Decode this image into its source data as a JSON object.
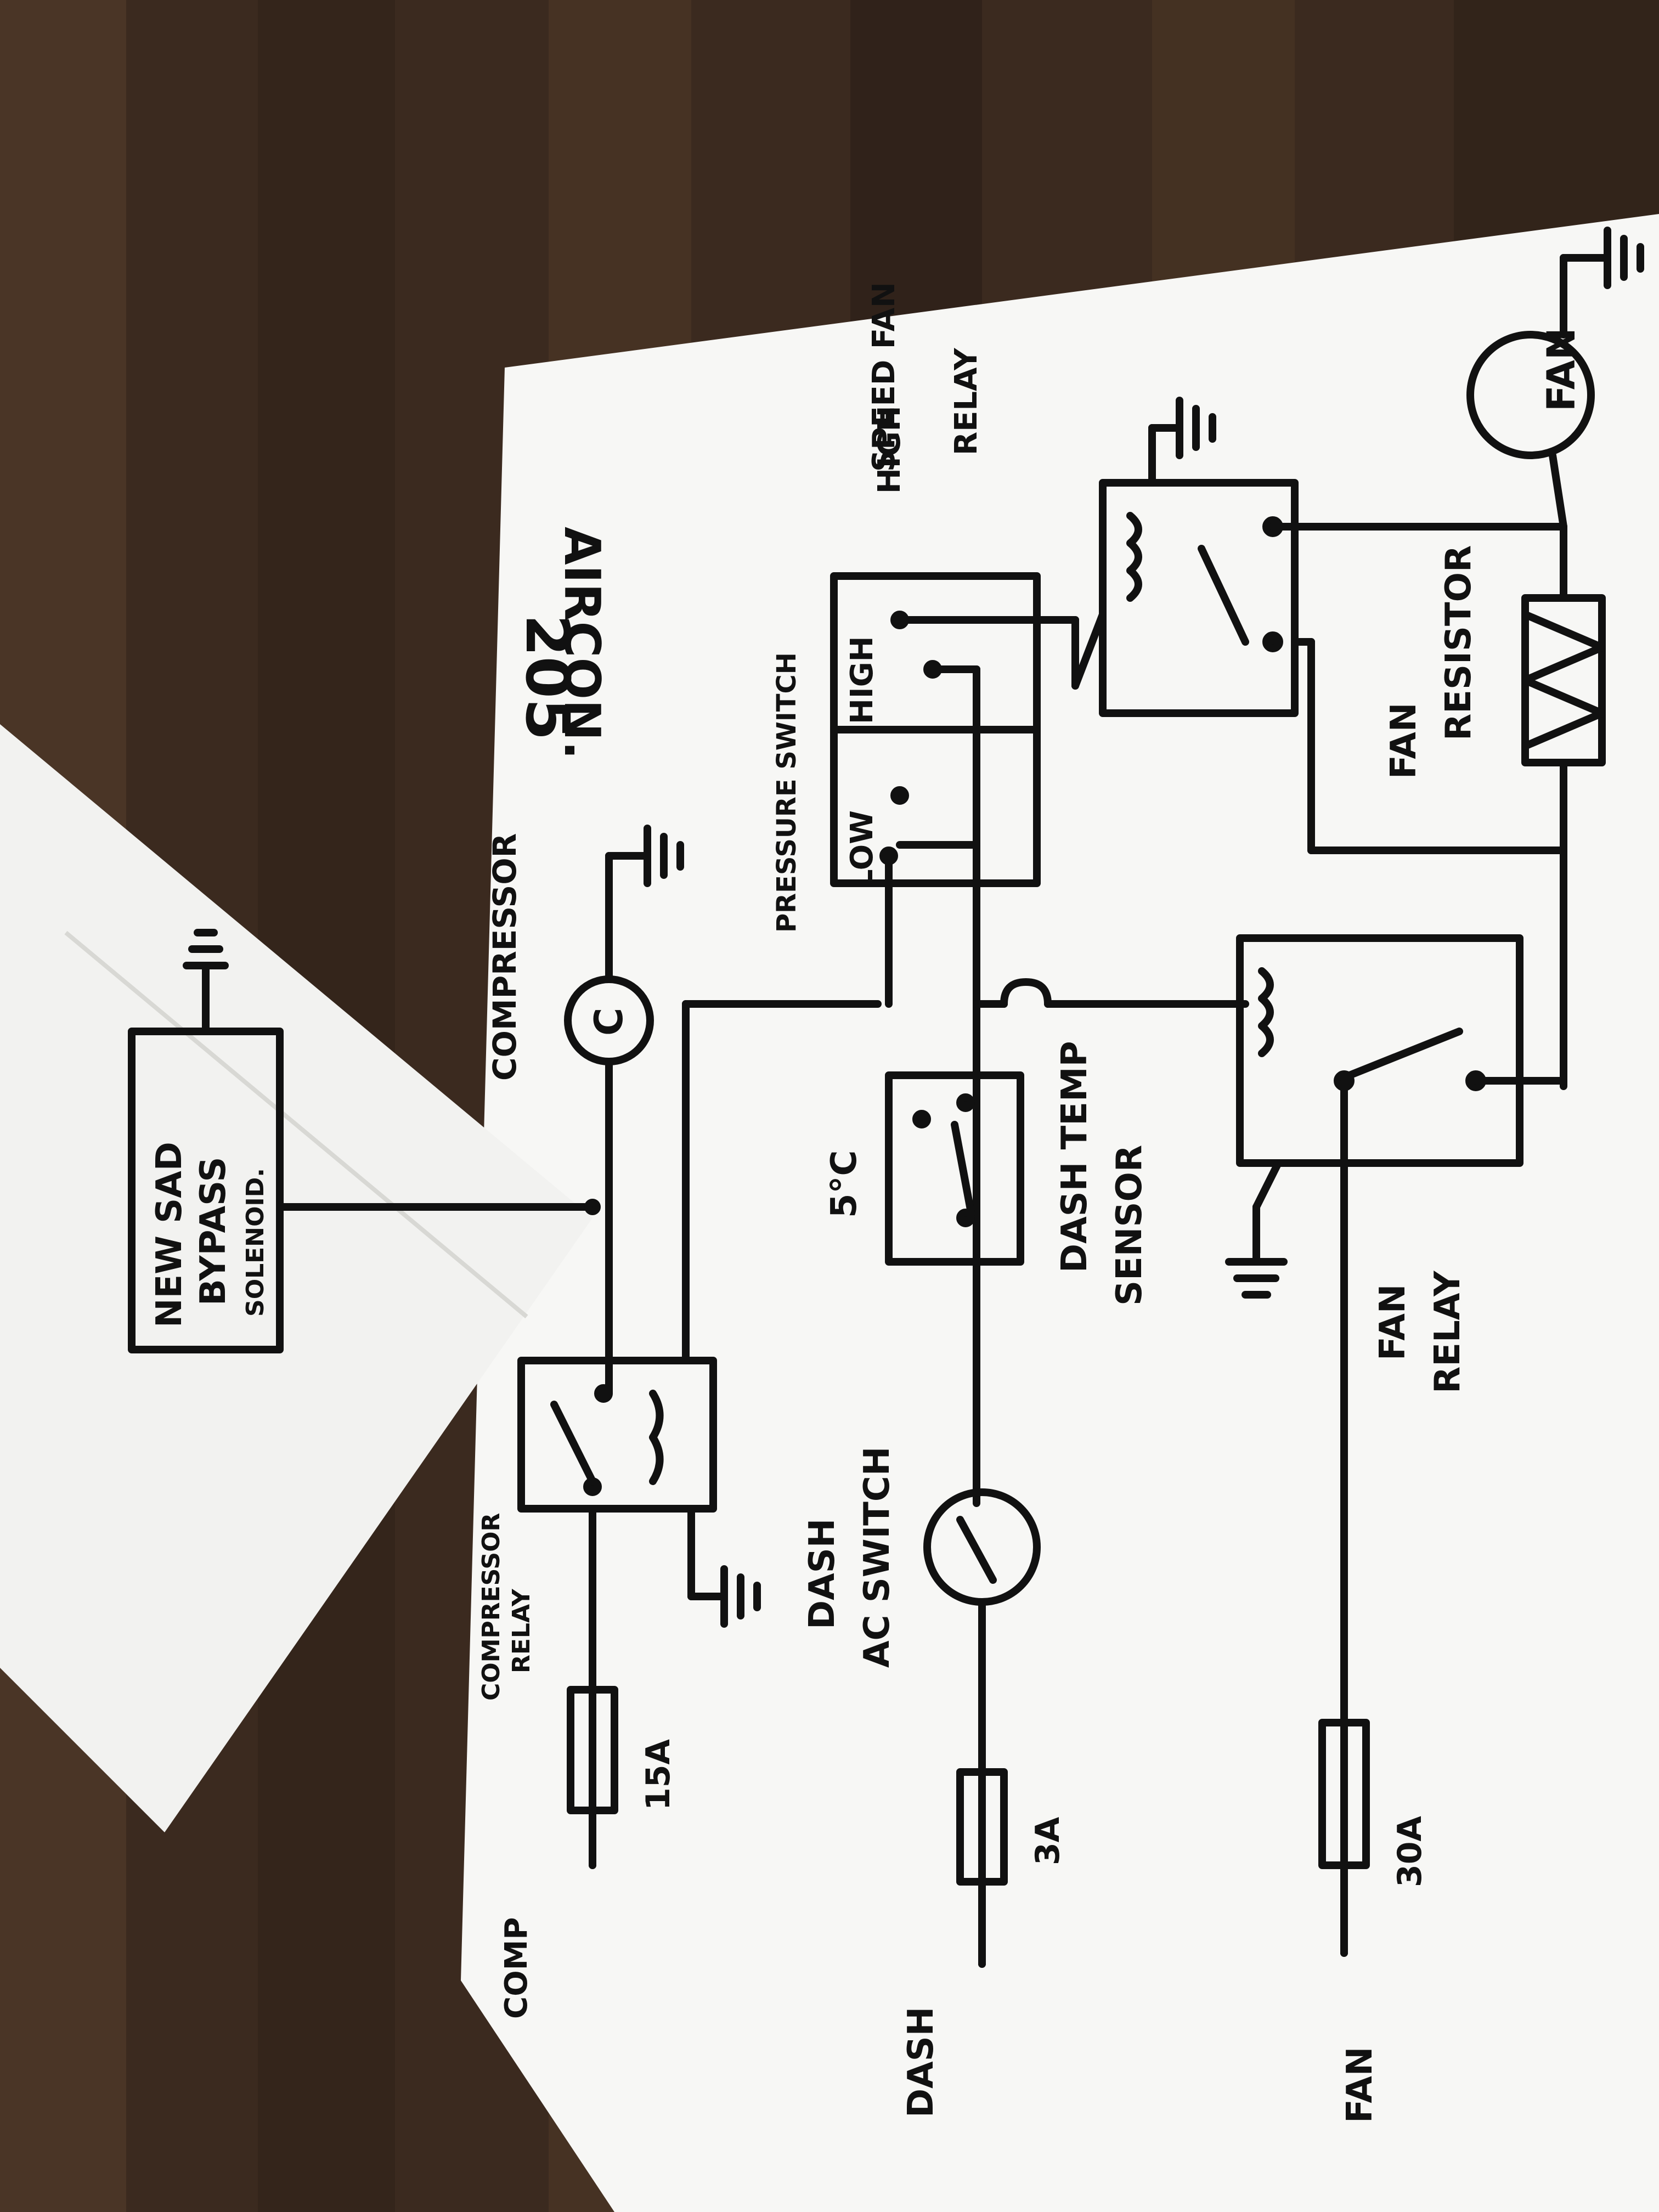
{
  "title": {
    "line1": "205",
    "line2": "AIRCON."
  },
  "labels": {
    "compressor": "COMPRESSOR",
    "compressor_symbol": "C",
    "pressure_switch": "PRESSURE SWITCH",
    "low": "LOW",
    "high": "HIGH",
    "high_speed_fan_relay": [
      "HIGH",
      "SPEED FAN",
      "RELAY"
    ],
    "fan_circle": "FAN",
    "fan_resistor": [
      "FAN",
      "RESISTOR"
    ],
    "dash_temp_sensor": [
      "DASH TEMP",
      "SENSOR"
    ],
    "temp_value": "5°c",
    "fan_relay": [
      "FAN",
      "RELAY"
    ],
    "compressor_relay": [
      "COMPRESSOR",
      "RELAY"
    ],
    "dash_ac_switch": [
      "DASH",
      "AC SWITCH"
    ],
    "fuse_comp": "15A",
    "fuse_dash": "3A",
    "fuse_fan": "30A",
    "feed_comp": "COMP",
    "feed_dash": "DASH",
    "feed_fan": "FAN",
    "solenoid": [
      "NEW SAD",
      "BYPASS",
      "SOLENOID."
    ]
  },
  "colors": {
    "ink": "#111111",
    "paper": "#f7f7f5",
    "floor": "#3b2a1f"
  }
}
